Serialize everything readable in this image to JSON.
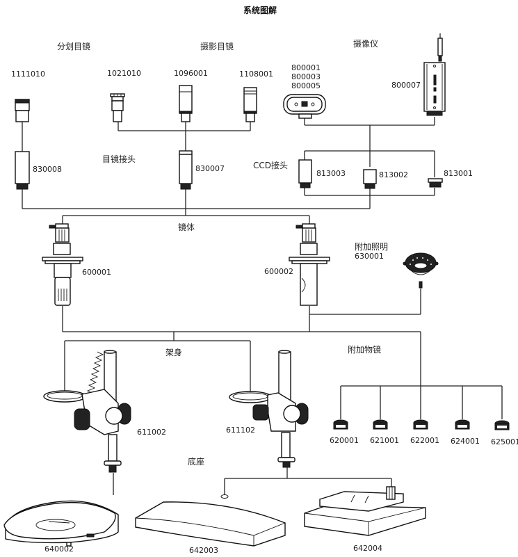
{
  "title": "系统图解",
  "categories": {
    "reticle_eyepiece": "分划目镜",
    "photo_eyepiece": "摄影目镜",
    "camera": "摄像仪",
    "eyepiece_adapter": "目镜接头",
    "ccd_adapter": "CCD接头",
    "microscope_body": "镜体",
    "extra_lighting": "附加照明",
    "stand": "架身",
    "extra_objective": "附加物镜",
    "base": "底座"
  },
  "parts": {
    "reticle_eyepiece": "1111010",
    "photo_eyepieces": [
      "1021010",
      "1096001",
      "1108001"
    ],
    "camera_small": [
      "800001",
      "800003",
      "800005"
    ],
    "camera_large": "800007",
    "eyepiece_adapters": [
      "830008",
      "830007"
    ],
    "ccd_adapters": [
      "813003",
      "813002",
      "813001"
    ],
    "bodies": [
      "600001",
      "600002"
    ],
    "ring_light": "630001",
    "stands": [
      "611002",
      "611102"
    ],
    "objectives": [
      "620001",
      "621001",
      "622001",
      "624001",
      "625001"
    ],
    "bases": [
      "640002",
      "642003",
      "642004"
    ]
  }
}
